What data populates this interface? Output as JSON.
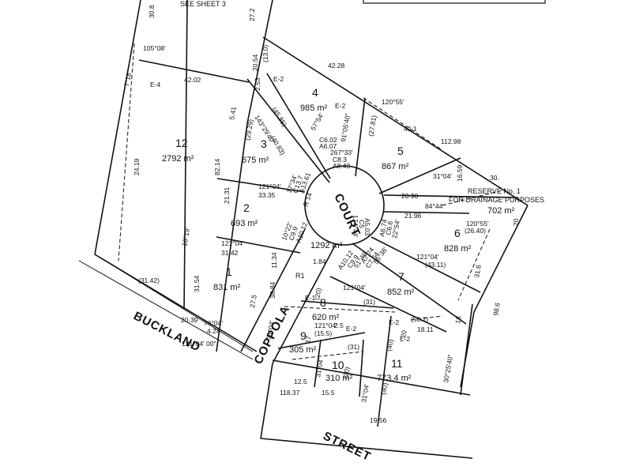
{
  "header": {
    "see_sheet": "SEE SHEET 3"
  },
  "lots": [
    {
      "num": "1",
      "area": "831 m²"
    },
    {
      "num": "2",
      "area": "693 m²"
    },
    {
      "num": "3",
      "area": "675 m²"
    },
    {
      "num": "4",
      "area": "985 m²"
    },
    {
      "num": "5",
      "area": "867 m²"
    },
    {
      "num": "6",
      "area": "828 m²"
    },
    {
      "num": "7",
      "area": "852 m²"
    },
    {
      "num": "8",
      "area": "620 m²"
    },
    {
      "num": "9",
      "area": "305 m²"
    },
    {
      "num": "10",
      "area": "310 m²"
    },
    {
      "num": "11",
      "area": "773.4 m²"
    },
    {
      "num": "12",
      "area": "2792 m²"
    }
  ],
  "court": {
    "name": "COURT",
    "area": "1292 m²",
    "r1": "R1"
  },
  "reserve": {
    "line1": "RESERVE No. 1",
    "line2": "FOR DRAINAGE PURPOSES",
    "area": "702 m²"
  },
  "streets": {
    "buckland": "BUCKLAND",
    "coppola": "COPPOLA",
    "street": "STREET"
  },
  "dims": {
    "d30_8": "30.8",
    "d27_2": "27.2",
    "d7_18": "7°18'",
    "d105_08": "105°08'",
    "d42_02": "42.02",
    "d24_19": "24.19",
    "e4": "E-4",
    "d20_54": "20.54",
    "d13_0": "(13.0)",
    "d42_28": "42.28",
    "e2a": "E-2",
    "d2_53": "2.53",
    "d5_41": "5.41",
    "d29_29": "(29.29)",
    "d45_85": "(45.85)",
    "d143": "143°29'40\"",
    "d40_83": "(40.83)",
    "e2b": "E-2",
    "d120_55a": "120°55'",
    "d40_1": "40.1",
    "d112_98": "112.98",
    "d91_05": "91°05'40\"",
    "d27_81": "(27.81)",
    "d57_54": "57°54'",
    "c6_02": "C6.02",
    "a6_07": "A6.07",
    "d267": "267°33'",
    "c8_3": "C8.3",
    "a8_43": "A8.43",
    "d82_14": "82.14",
    "d121_04a": "121°04'",
    "d33_35": "33.35",
    "d21_31": "21.31",
    "d16_19": "16°19'",
    "d17_34": "17°34'",
    "c13_7": "C13.7",
    "a13_61": "A13.61",
    "r14": "R 14",
    "d10_22": "10°22'",
    "c9_9": "C9.9",
    "a10_12a": "A10.12",
    "d31_04a": "31°04'",
    "d16_59": "16.59",
    "d30": "30.",
    "d20_90": "20.90",
    "d84_44": "84°44'",
    "d21_96": "21.96",
    "d120_55b": "120°55'",
    "d26_40": "(26.40)",
    "d20": "20",
    "a6_74": "A6.74",
    "c6_6": "C6.6",
    "d22_54": "22°54'",
    "a5_03": "A5.03",
    "c5": "C5",
    "d174": "174°44'",
    "d121_04b": "121°04'",
    "d31_42a": "31.42",
    "d31_54": "31.54",
    "d11_34": "11.34",
    "d38_84": "38.84",
    "d1_84": "1.84",
    "a10_12b": "A10.12",
    "c9_9b": "C9.9",
    "d51_46": "51°46'",
    "a7_74": "A7.74",
    "c7_64": "C7.64",
    "d56_38": "56°38'",
    "d121_04c": "121°04'",
    "d43_11": "(43.11)",
    "d31_6": "31.6",
    "d31_42b": "(31.42)",
    "d27_5": "27.5",
    "d20_39": "20.39",
    "d76_04": "76°04'",
    "d4_24": "4.24",
    "d121_04d": "121°04' 00\"",
    "d121_04e": "121°04'",
    "d31": "(31)",
    "d50_1": "(50.1)",
    "d18": "18",
    "d98_6": "98.6",
    "d31_04b": "31°04'",
    "d121_04f": "121°04'",
    "d15_5": "(15.5)",
    "d2_5": "2.5",
    "e2c": "E-2",
    "d31b": "(31)",
    "d20b": "(20)",
    "d40": "(40)",
    "d18_11": "18.11",
    "e2d": "E-2",
    "d30_25": "30°25'40\"",
    "d17": "17",
    "d31_04c": "31°04'",
    "d12_5": "12.5",
    "d118_37": "118.37",
    "d15_5b": "15.5",
    "d20c": "(20)",
    "d40b": "(40)",
    "d31_04d": "31°04'",
    "d19_56": "19.56",
    "e1": "E-1",
    "d20d": "(20)",
    "d22": "20",
    "e2e": "E-2"
  }
}
